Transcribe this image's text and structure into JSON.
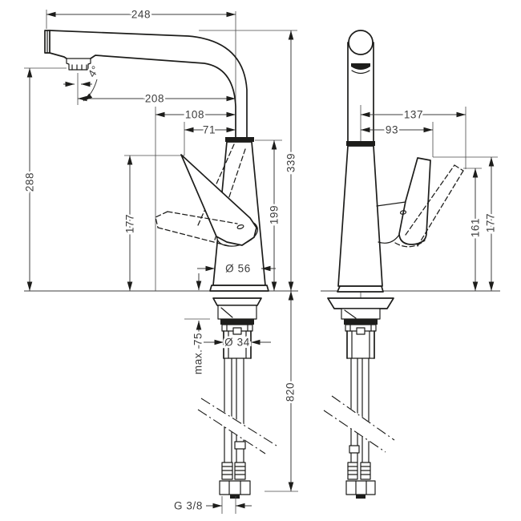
{
  "side_view": {
    "labels": {
      "spout_reach": "248",
      "aerator_projection": "208",
      "handle_lowered_projection": "108",
      "handle_projection": "71",
      "spout_height": "288",
      "handle_height": "177",
      "body_height": "199",
      "overall_height": "339",
      "base_diameter": "Ø 56",
      "max_mounting_thickness": "max. 75",
      "shank_diameter": "Ø 34",
      "hose_length": "820",
      "connection_thread": "G 3/8",
      "spout_tilt_angle": "4°"
    }
  },
  "front_view": {
    "labels": {
      "handle_raised_projection": "137",
      "handle_projection": "93",
      "handle_raised_height": "161",
      "handle_height": "177"
    }
  },
  "colors": {
    "outline": "#1d1d1b",
    "dimension_lines": "#3c3c3c",
    "label_text": "#3d3d3d",
    "background": "#ffffff"
  }
}
